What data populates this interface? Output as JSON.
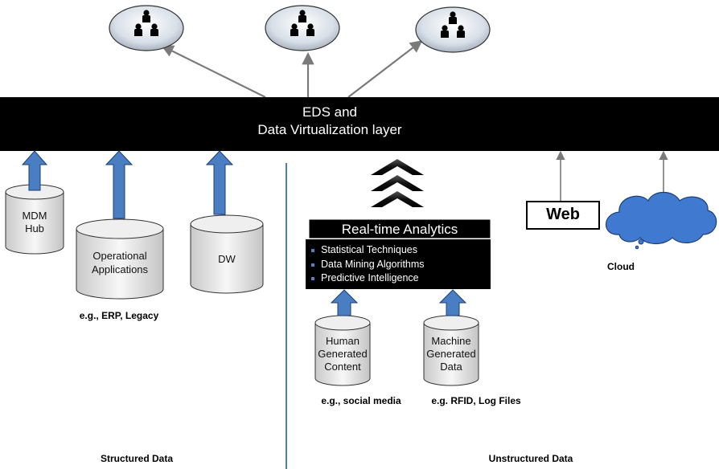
{
  "banner": {
    "line1": "EDS and",
    "line2": "Data Virtualization layer"
  },
  "sources": {
    "mdm": {
      "line1": "MDM",
      "line2": "Hub"
    },
    "operational": {
      "line1": "Operational",
      "line2": "Applications"
    },
    "dw": {
      "label": "DW"
    },
    "human": {
      "line1": "Human",
      "line2": "Generated",
      "line3": "Content"
    },
    "machine": {
      "line1": "Machine",
      "line2": "Generated",
      "line3": "Data"
    }
  },
  "examples": {
    "structured": "e.g., ERP, Legacy",
    "social": "e.g., social media",
    "rfid": "e.g. RFID, Log Files"
  },
  "analytics": {
    "title": "Real-time Analytics",
    "items": [
      "Statistical Techniques",
      "Data Mining  Algorithms",
      "Predictive Intelligence"
    ]
  },
  "web": {
    "label": "Web"
  },
  "cloud": {
    "label": "Cloud"
  },
  "sections": {
    "structured": "Structured Data",
    "unstructured": "Unstructured Data"
  },
  "users": {
    "icon": "user-group-icon",
    "count": 3
  },
  "colors": {
    "banner": "#000000",
    "arrow_fill": "#4a7ec2",
    "arrow_stroke": "#1f3f73",
    "cloud_fill": "#3f7ad0",
    "divider": "#4a7ec2",
    "connector": "#7a7a7a"
  }
}
